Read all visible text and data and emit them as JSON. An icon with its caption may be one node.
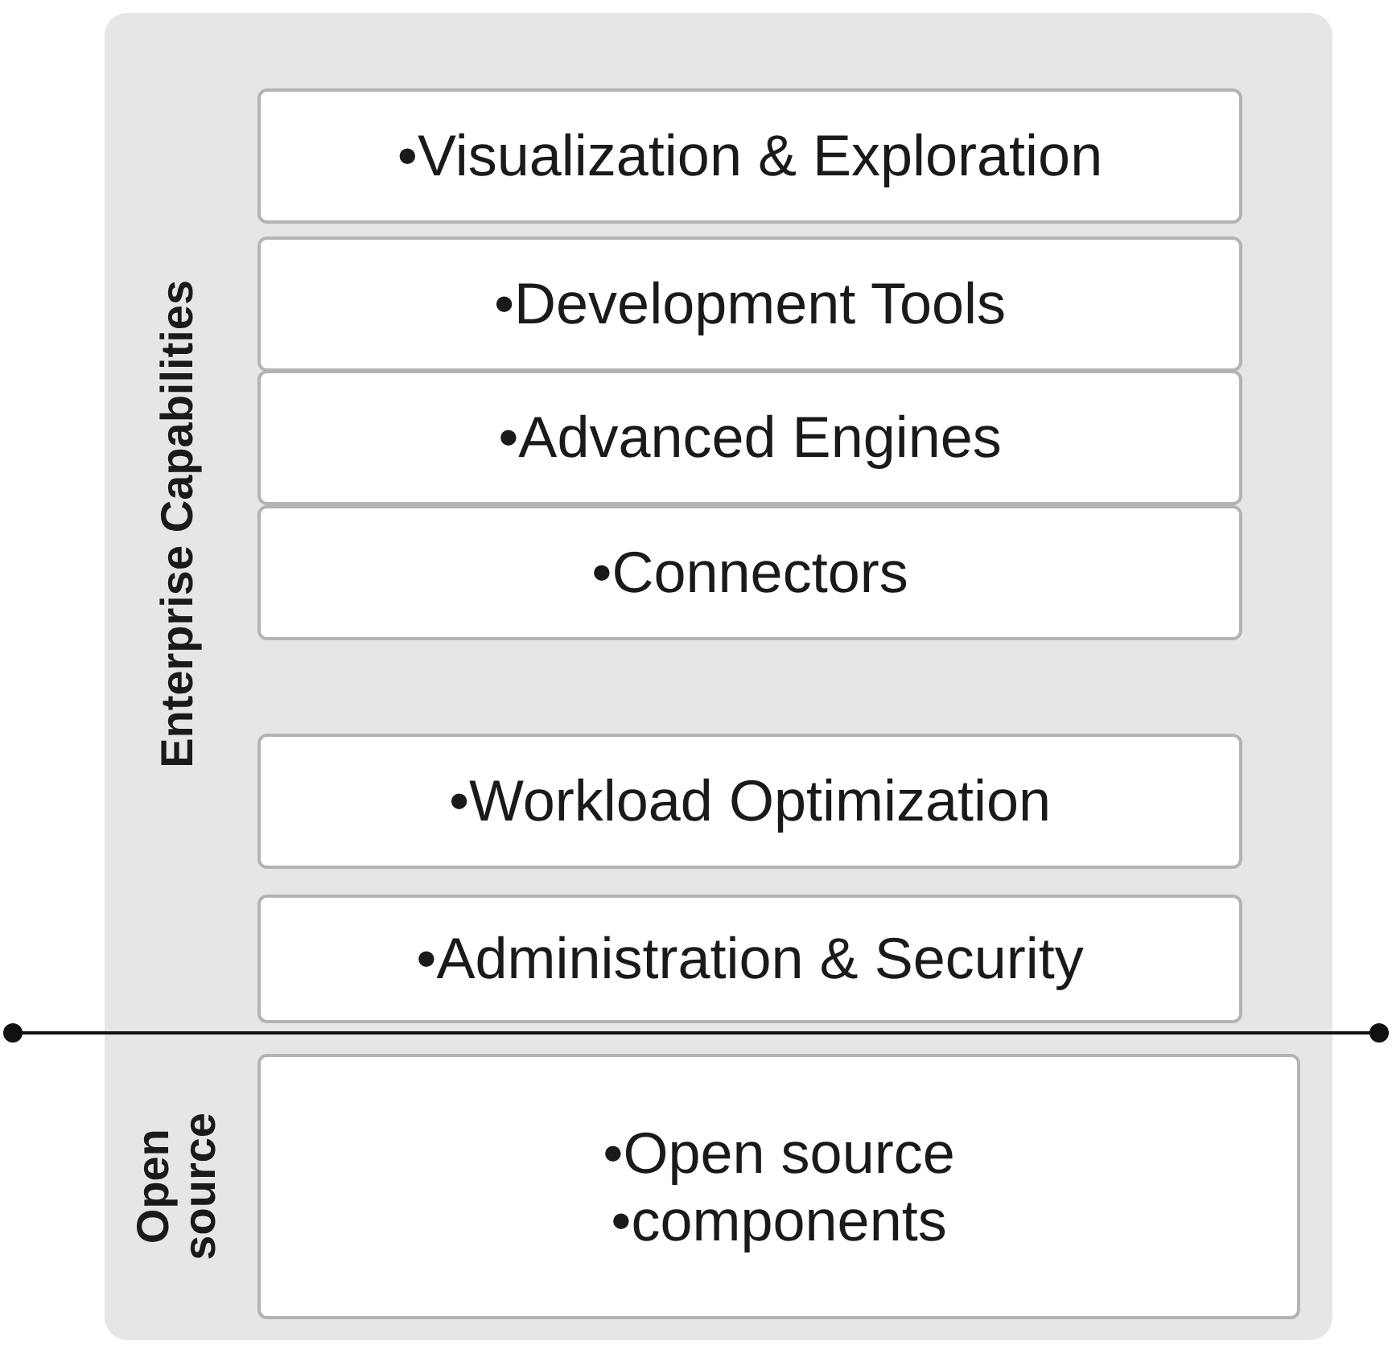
{
  "diagram": {
    "nodes": [
      {
        "text": [
          "Enterprise Capabilities"
        ]
      },
      {
        "text": [
          "•Visualization & Exploration"
        ],
        "in": 0
      },
      {
        "text": [
          "•Development Tools"
        ],
        "in": 0
      },
      {
        "text": [
          "•Advanced Engines"
        ],
        "in": 0
      },
      {
        "text": [
          "•Connectors"
        ],
        "in": 0
      },
      {
        "text": [
          "•Workload Optimization"
        ],
        "in": 0
      },
      {
        "text": [
          "•Administration & Security"
        ],
        "in": 0
      },
      {
        "text": [
          "Open source"
        ]
      },
      {
        "text": [
          "•Open source",
          "•components"
        ],
        "in": 7
      }
    ]
  }
}
